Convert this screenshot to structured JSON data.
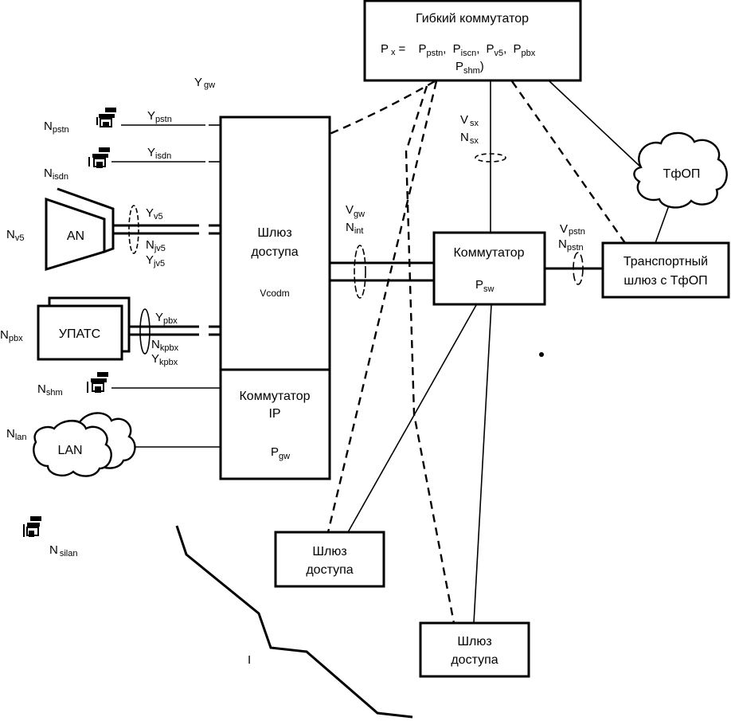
{
  "softswitch": {
    "title": "Гибкий коммутатор",
    "formula_prefix": "P",
    "formula_prefix_sub": "x",
    "formula_eq": "=",
    "params": [
      {
        "base": "P",
        "sub": "pstn"
      },
      {
        "base": "P",
        "sub": "iscn"
      },
      {
        "base": "P",
        "sub": "v5"
      },
      {
        "base": "P",
        "sub": "pbx"
      }
    ],
    "param_last": {
      "base": "P",
      "sub": "shm",
      "suffix": ")"
    }
  },
  "access_gateway_main": {
    "title_line1": "Шлюз",
    "title_line2": "доступа",
    "param": "Vcodm"
  },
  "ip_switch": {
    "title_line1": "Коммутатор",
    "title_line2": "IP",
    "param_base": "P",
    "param_sub": "gw"
  },
  "core_switch": {
    "title": "Коммутатор",
    "param_base": "P",
    "param_sub": "sw"
  },
  "transport_gateway": {
    "title_line1": "Транспортный",
    "title_line2": "шлюз с ТфОП"
  },
  "pstn_cloud": {
    "label": "ТфОП"
  },
  "lan_cloud": {
    "label": "LAN"
  },
  "an_block": {
    "label": "AN"
  },
  "pbx_block": {
    "label": "УПАТС"
  },
  "access_gateway_2": {
    "title_line1": "Шлюз",
    "title_line2": "доступа"
  },
  "access_gateway_3": {
    "title_line1": "Шлюз",
    "title_line2": "доступа"
  },
  "labels": {
    "y_gw": {
      "base": "Y",
      "sub": "gw"
    },
    "n_pstn": {
      "base": "N",
      "sub": "pstn"
    },
    "y_pstn": {
      "base": "Y",
      "sub": "pstn"
    },
    "n_isdn": {
      "base": "N",
      "sub": "isdn"
    },
    "y_isdn": {
      "base": "Y",
      "sub": "isdn"
    },
    "n_v5": {
      "base": "N",
      "sub": "v5"
    },
    "y_v5": {
      "base": "Y",
      "sub": "v5"
    },
    "n_jv5": {
      "base": "N",
      "sub": "jv5"
    },
    "y_jv5": {
      "base": "Y",
      "sub": "jv5"
    },
    "n_pbx": {
      "base": "N",
      "sub": "pbx"
    },
    "y_pbx": {
      "base": "Y",
      "sub": "pbx"
    },
    "n_kpbx": {
      "base": "N",
      "sub": "kpbx"
    },
    "y_kpbx": {
      "base": "Y",
      "sub": "kpbx"
    },
    "n_shm": {
      "base": "N",
      "sub": "shm"
    },
    "n_lan": {
      "base": "N",
      "sub": "lan"
    },
    "n_silan": {
      "base": "N",
      "sub": "silan"
    },
    "v_gw": {
      "base": "V",
      "sub": "gw"
    },
    "n_int": {
      "base": "N",
      "sub": "int"
    },
    "v_sx": {
      "base": "V",
      "sub": "sx"
    },
    "n_sx": {
      "base": "N",
      "sub": "sx"
    },
    "v_pstn": {
      "base": "V",
      "sub": "pstn"
    },
    "n_pstn2": {
      "base": "N",
      "sub": "pstn"
    },
    "boundary_mark": "I"
  }
}
